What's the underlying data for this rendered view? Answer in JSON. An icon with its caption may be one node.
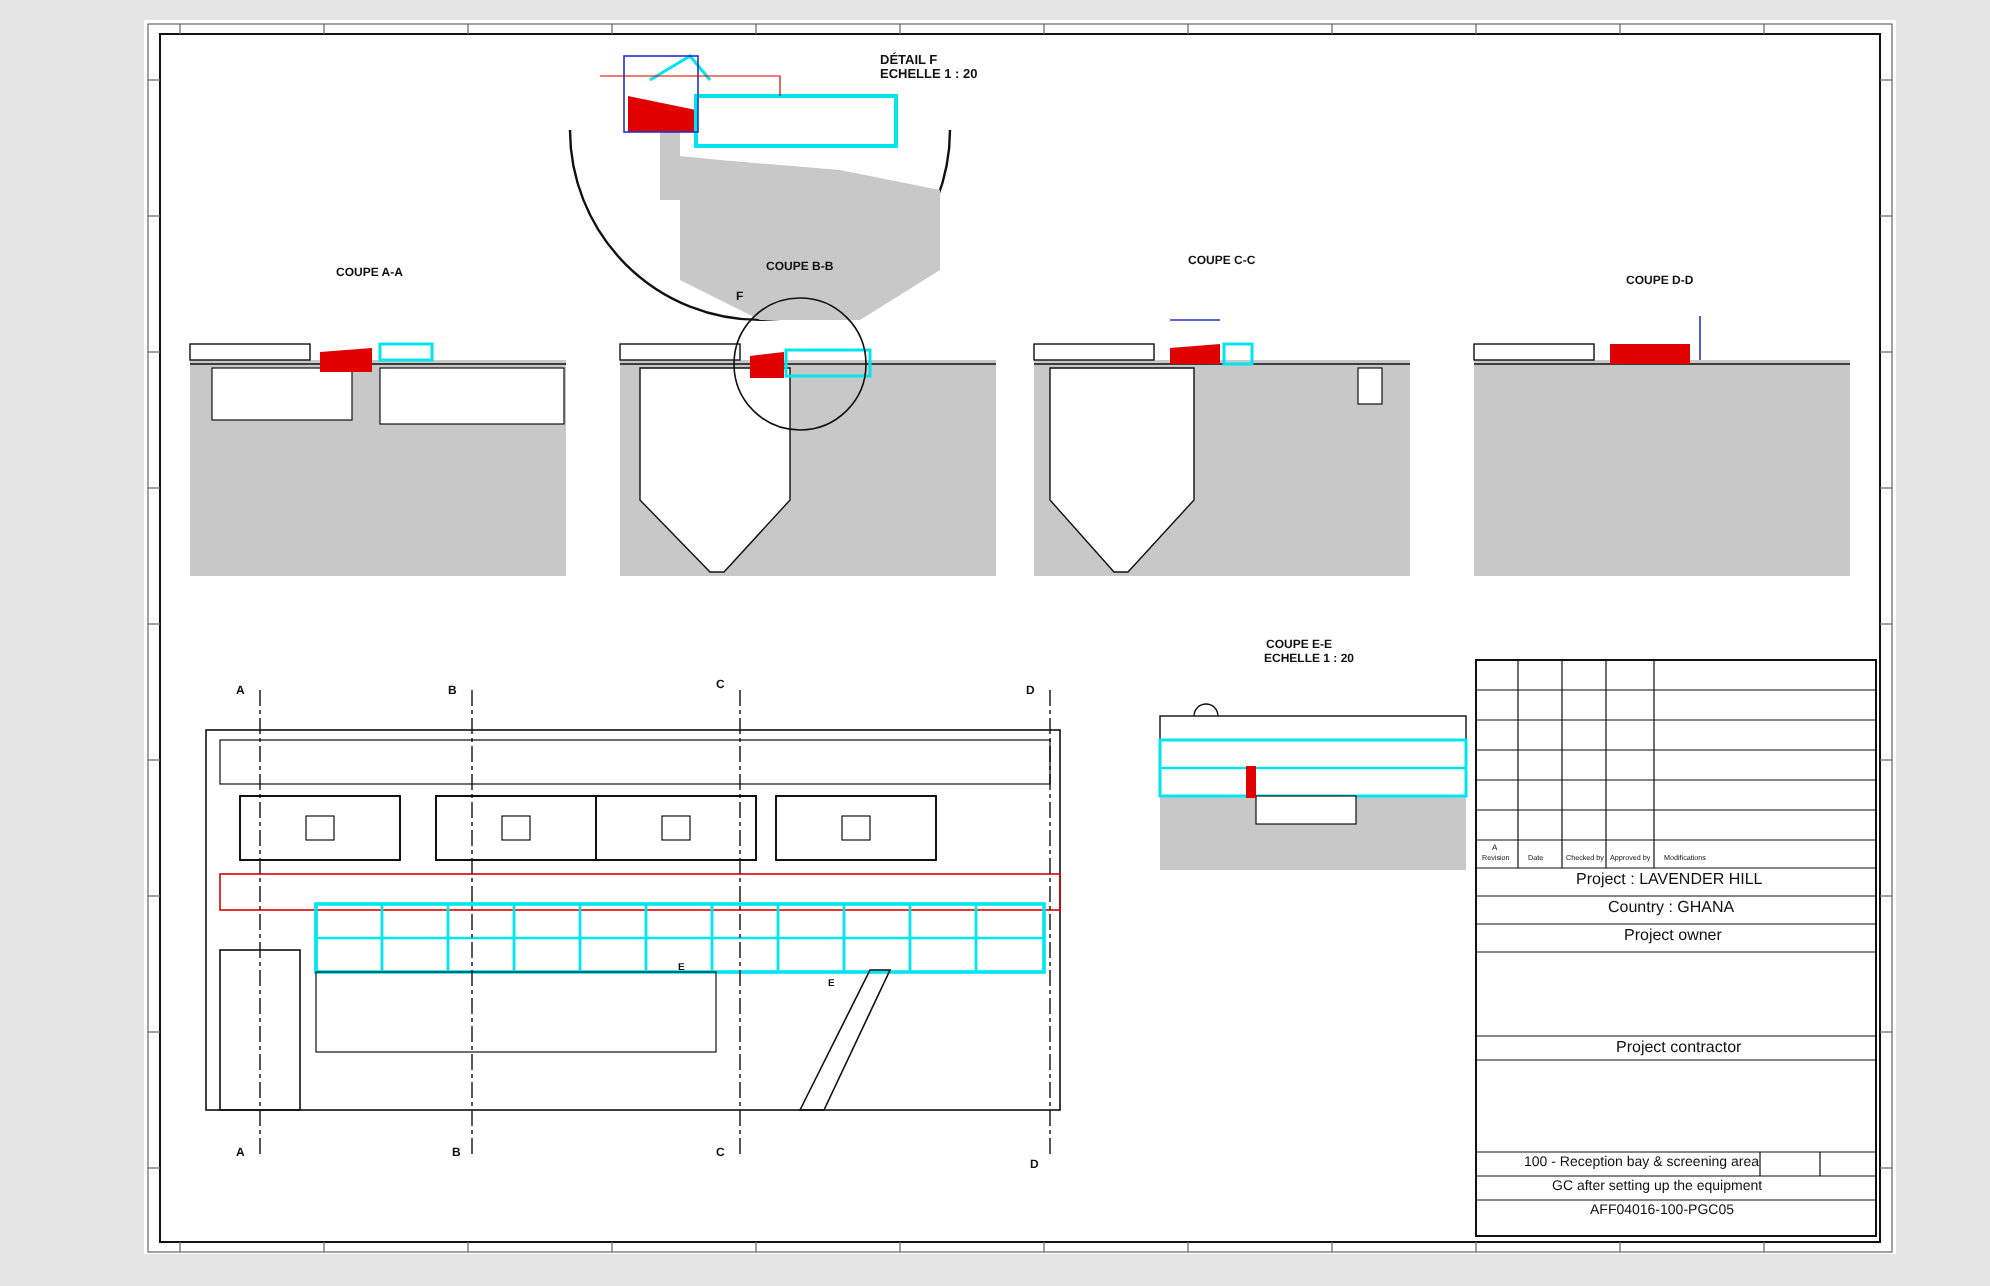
{
  "diagram": {
    "labels": [
      "DÉTAIL F",
      "ECHELLE 1 : 20",
      "COUPE A-A",
      "F",
      "COUPE B-B",
      "COUPE C-C",
      "COUPE D-D",
      "COUPE E-E",
      "ECHELLE 1 : 20",
      "A",
      "B",
      "C",
      "D",
      "E",
      "E",
      "A",
      "B",
      "C",
      "D",
      "A",
      "Revision",
      "Date",
      "Checked by",
      "Approved by",
      "Modifications",
      "Project : LAVENDER HILL",
      "Country : GHANA",
      "Project owner",
      "Project contractor",
      "100 - Reception bay & screening area",
      "GC after setting up the equipment",
      "AFF04016-100-PGC05"
    ]
  }
}
